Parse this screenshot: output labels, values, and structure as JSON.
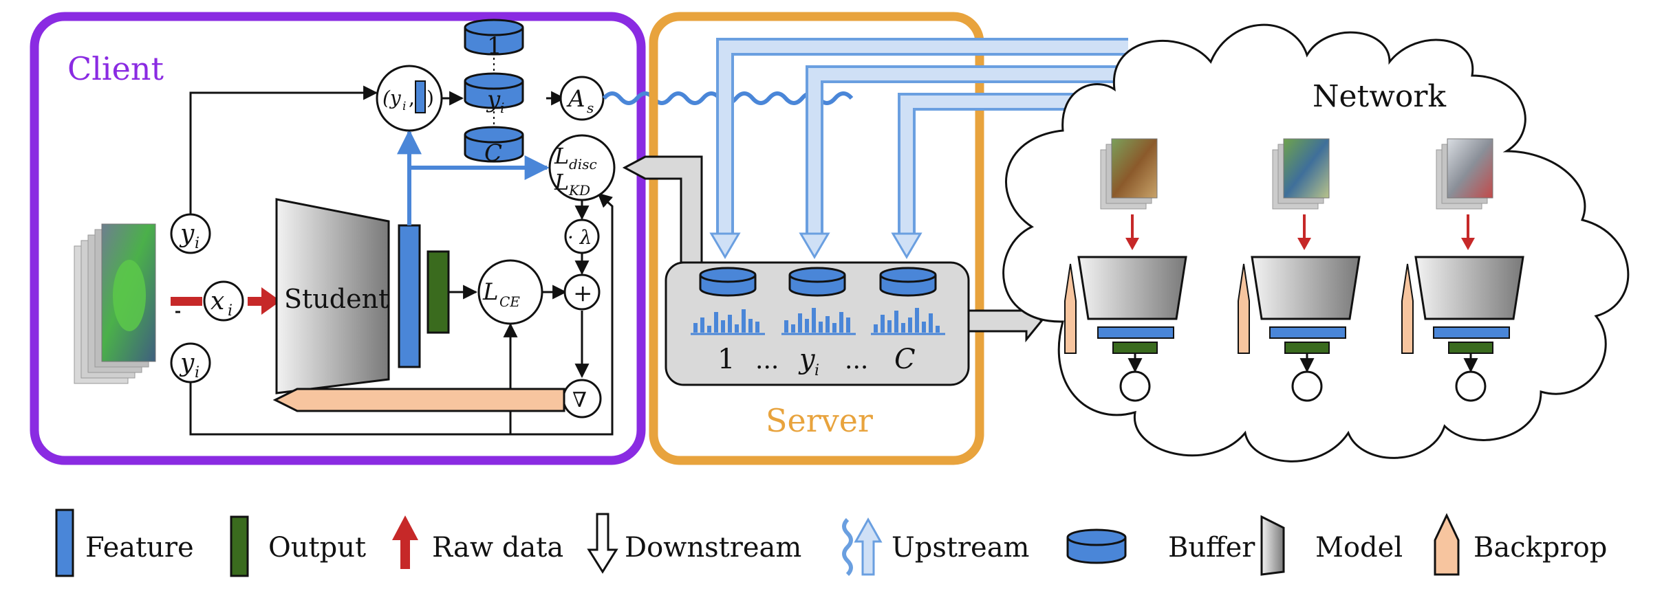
{
  "client": {
    "title": "Client",
    "color": "#8a2be2"
  },
  "server": {
    "title": "Server",
    "color": "#e8a33d"
  },
  "network": {
    "title": "Network"
  },
  "student": {
    "label": "Student"
  },
  "math": {
    "x_i": "x",
    "x_sub": "i",
    "y_i": "y",
    "y_sub": "i",
    "pair_prefix": "(y",
    "pair_sub": "i",
    "pair_sep": ",",
    "buf_top": "1",
    "buf_bot": "C",
    "A": "A",
    "A_sub": "s",
    "L": "L",
    "L_disc_sub": "disc",
    "L_kd_sub": "KD",
    "L_ce_sub": "CE",
    "lambda": "· λ",
    "plus": "+",
    "nabla": "∇"
  },
  "server_labels": {
    "first": "1",
    "dots": "...",
    "mid": "y",
    "mid_sub": "i",
    "last": "C"
  },
  "legend": [
    {
      "key": "feature",
      "label": "Feature"
    },
    {
      "key": "output",
      "label": "Output"
    },
    {
      "key": "raw",
      "label": "Raw data"
    },
    {
      "key": "downstream",
      "label": "Downstream"
    },
    {
      "key": "upstream",
      "label": "Upstream"
    },
    {
      "key": "buffer",
      "label": "Buffer"
    },
    {
      "key": "model",
      "label": "Model"
    },
    {
      "key": "backprop",
      "label": "Backprop"
    }
  ],
  "colors": {
    "feature": "#4a86d8",
    "output": "#3a6b1e",
    "raw": "#c62828",
    "upstream": "#6a9fe0",
    "upstream_fill": "#cfe0f6",
    "buffer": "#4a86d8",
    "backprop": "#f7c59f",
    "server_box": "#d9d9d9"
  }
}
